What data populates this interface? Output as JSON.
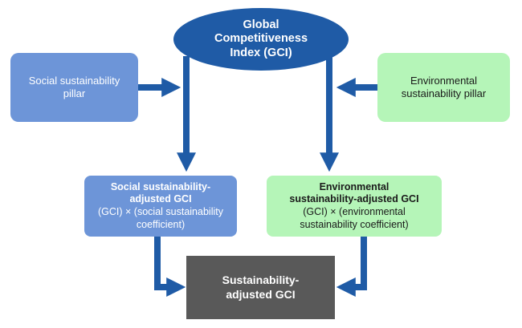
{
  "diagram": {
    "gci": {
      "lines": [
        "Global",
        "Competitiveness",
        "Index (GCI)"
      ]
    },
    "social_pillar": {
      "lines": [
        "Social sustainability",
        "pillar"
      ]
    },
    "environmental_pillar": {
      "lines": [
        "Environmental",
        "sustainability pillar"
      ]
    },
    "social_adjusted": {
      "title_lines": [
        "Social sustainability-",
        "adjusted GCI"
      ],
      "formula_lines": [
        "(GCI) × (social sustainability",
        "coefficient)"
      ]
    },
    "environmental_adjusted": {
      "title_lines": [
        "Environmental",
        "sustainability-adjusted GCI"
      ],
      "formula_lines": [
        "(GCI) × (environmental",
        "sustainability coefficient)"
      ]
    },
    "sustainability_adjusted": {
      "lines": [
        "Sustainability-",
        "adjusted GCI"
      ]
    },
    "colors": {
      "gci": "#1f5ba6",
      "social": "#6d95d8",
      "environmental": "#b5f5b8",
      "final": "#595959",
      "arrow": "#1f5ba6"
    }
  }
}
